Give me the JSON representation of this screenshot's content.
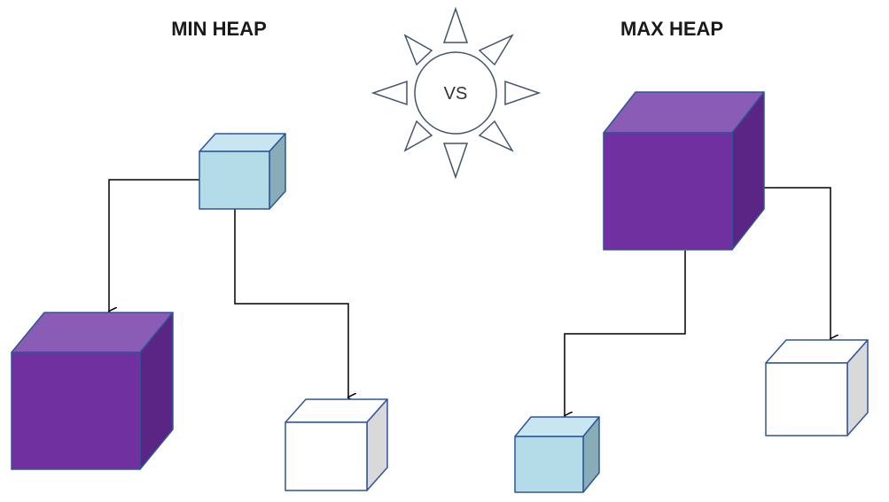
{
  "min_heap": {
    "title": "MIN HEAP"
  },
  "max_heap": {
    "title": "MAX HEAP"
  },
  "versus": {
    "label": "VS"
  },
  "colors": {
    "purple_front": "#7030a0",
    "purple_top": "#8b5cb5",
    "purple_side": "#5a2585",
    "light_blue_front": "#b4dce8",
    "light_blue_top": "#c8e6ef",
    "light_blue_side": "#88adb8",
    "white_front": "#ffffff",
    "white_side": "#d9d9d9",
    "cube_outline": "#2f5597",
    "arrow": "#000000",
    "sun_outline": "#44546a"
  }
}
